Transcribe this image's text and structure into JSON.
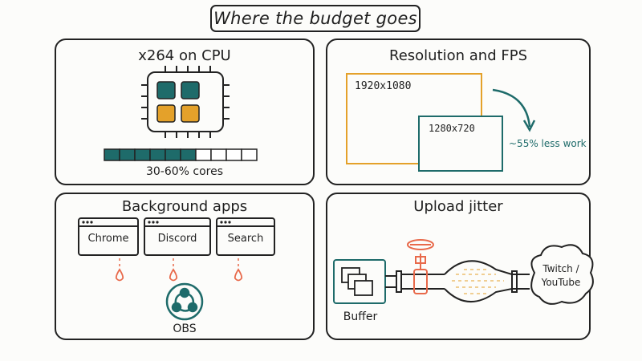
{
  "title": "Where the budget goes",
  "panels": {
    "cpu": {
      "title": "x264 on CPU",
      "caption": "30-60% cores",
      "usage_segments_total": 10,
      "usage_segments_filled": 6
    },
    "resolution": {
      "title": "Resolution and FPS",
      "large_label": "1920x1080",
      "small_label": "1280x720",
      "savings_label": "~55% less work"
    },
    "apps": {
      "title": "Background apps",
      "windows": [
        "Chrome",
        "Discord",
        "Search"
      ],
      "center_label": "OBS"
    },
    "upload": {
      "title": "Upload jitter",
      "buffer_label": "Buffer",
      "destination_line1": "Twitch /",
      "destination_line2": "YouTube"
    }
  },
  "colors": {
    "teal": "#1e6b6a",
    "orange": "#e4a12a",
    "red_orange": "#e8694a",
    "ink": "#222222"
  }
}
